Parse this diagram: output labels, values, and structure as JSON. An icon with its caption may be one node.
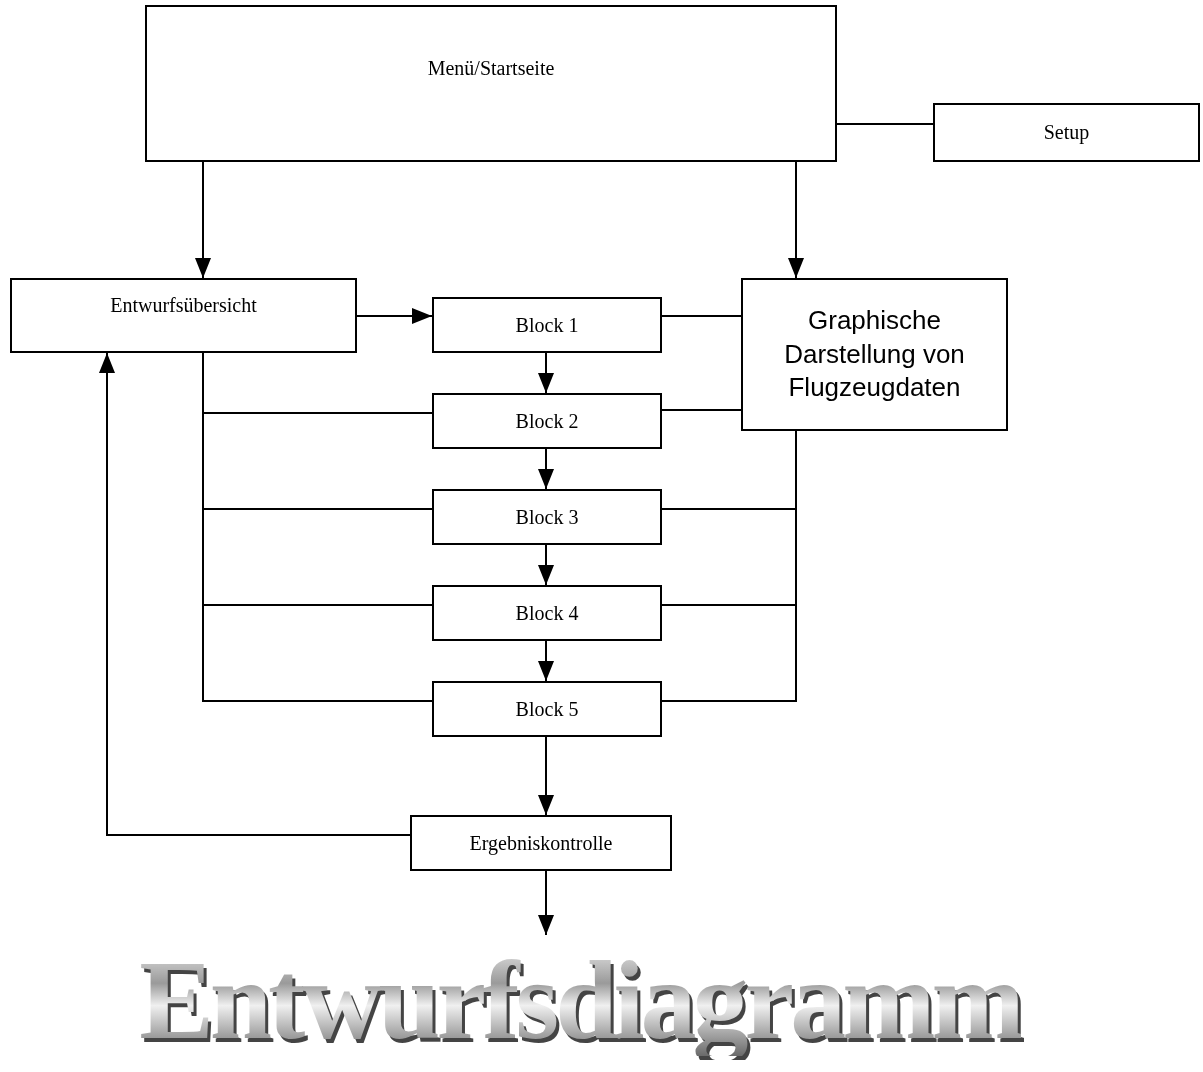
{
  "diagram": {
    "nodes": [
      {
        "text": [
          "Menü/Startseite"
        ]
      },
      {
        "text": [
          "Setup"
        ]
      },
      {
        "text": [
          "Entwurfsübersicht"
        ]
      },
      {
        "text": [
          "Block 1"
        ]
      },
      {
        "text": [
          "Block 2"
        ]
      },
      {
        "text": [
          "Block 3"
        ]
      },
      {
        "text": [
          "Block 4"
        ]
      },
      {
        "text": [
          "Block 5"
        ]
      },
      {
        "text": [
          "Graphische Darstellung von Flugzeugdaten"
        ]
      },
      {
        "text": [
          "Ergebniskontrolle"
        ]
      },
      {
        "text": [
          "Entwurfsdiagramm"
        ]
      }
    ],
    "edges": [
      {
        "from": 0,
        "to": 1,
        "arrow": "none"
      },
      {
        "from": 0,
        "to": 2,
        "arrow": "to"
      },
      {
        "from": 0,
        "to": 8,
        "arrow": "to"
      },
      {
        "from": 2,
        "to": 3,
        "arrow": "to"
      },
      {
        "from": 3,
        "to": 8,
        "arrow": "none"
      },
      {
        "from": 3,
        "to": 4,
        "arrow": "to"
      },
      {
        "from": 4,
        "to": 5,
        "arrow": "to"
      },
      {
        "from": 5,
        "to": 6,
        "arrow": "to"
      },
      {
        "from": 6,
        "to": 7,
        "arrow": "to"
      },
      {
        "from": 2,
        "to": 4,
        "arrow": "none"
      },
      {
        "from": 2,
        "to": 5,
        "arrow": "none"
      },
      {
        "from": 2,
        "to": 6,
        "arrow": "none"
      },
      {
        "from": 2,
        "to": 7,
        "arrow": "none"
      },
      {
        "from": 4,
        "to": 8,
        "arrow": "none"
      },
      {
        "from": 5,
        "to": 8,
        "arrow": "none"
      },
      {
        "from": 6,
        "to": 8,
        "arrow": "none"
      },
      {
        "from": 7,
        "to": 8,
        "arrow": "none"
      },
      {
        "from": 7,
        "to": 9,
        "arrow": "to"
      },
      {
        "from": 9,
        "to": 2,
        "arrow": "to"
      },
      {
        "from": 9,
        "to": 10,
        "arrow": "to"
      }
    ]
  }
}
